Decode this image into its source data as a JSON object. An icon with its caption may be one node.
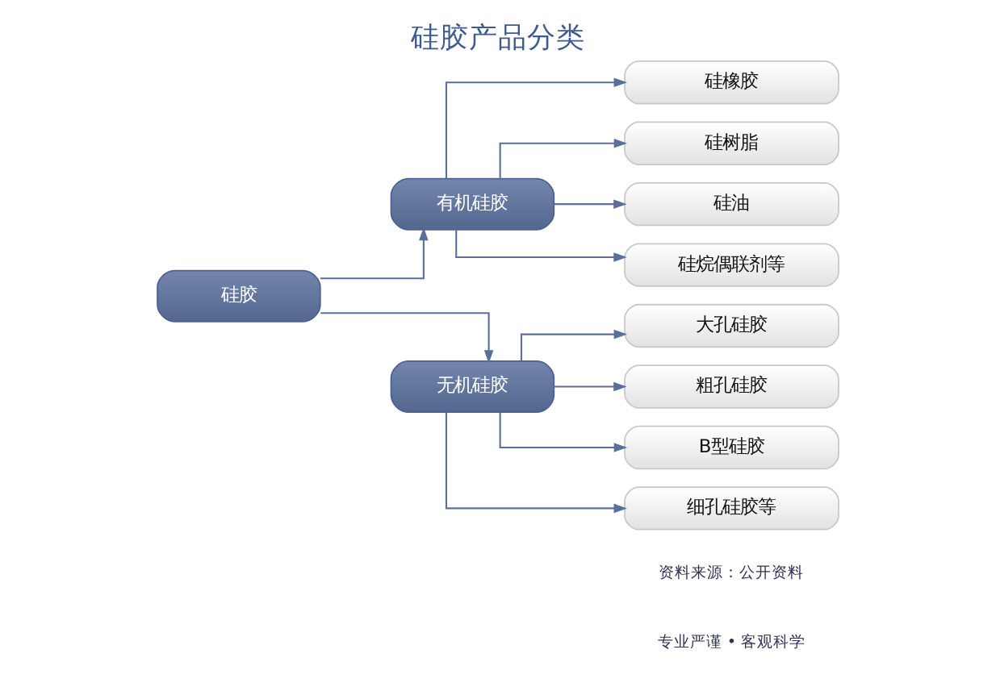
{
  "diagram": {
    "title": "硅胶产品分类",
    "nodes": [
      {
        "text": [
          "硅胶"
        ]
      },
      {
        "text": [
          "有机硅胶"
        ]
      },
      {
        "text": [
          "无机硅胶"
        ]
      },
      {
        "text": [
          "硅橡胶"
        ]
      },
      {
        "text": [
          "硅树脂"
        ]
      },
      {
        "text": [
          "硅油"
        ]
      },
      {
        "text": [
          "硅烷偶联剂等"
        ]
      },
      {
        "text": [
          "大孔硅胶"
        ]
      },
      {
        "text": [
          "粗孔硅胶"
        ]
      },
      {
        "text": [
          "B型硅胶"
        ]
      },
      {
        "text": [
          "细孔硅胶等"
        ]
      }
    ],
    "edges": [
      {
        "from": 0,
        "to": 1,
        "arrow": "to"
      },
      {
        "from": 0,
        "to": 2,
        "arrow": "to"
      },
      {
        "from": 1,
        "to": 3,
        "arrow": "to"
      },
      {
        "from": 1,
        "to": 4,
        "arrow": "to"
      },
      {
        "from": 1,
        "to": 5,
        "arrow": "to"
      },
      {
        "from": 1,
        "to": 6,
        "arrow": "to"
      },
      {
        "from": 2,
        "to": 7,
        "arrow": "to"
      },
      {
        "from": 2,
        "to": 8,
        "arrow": "to"
      },
      {
        "from": 2,
        "to": 9,
        "arrow": "to"
      },
      {
        "from": 2,
        "to": 10,
        "arrow": "to"
      }
    ],
    "labels": [
      "专业严谨 • 客观科学",
      "资料来源：公开资料"
    ]
  }
}
